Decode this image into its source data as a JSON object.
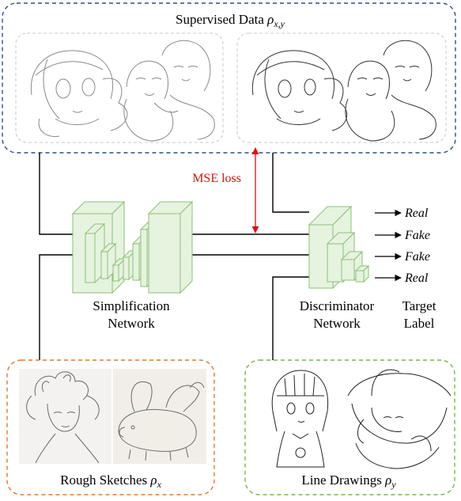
{
  "supervised": {
    "label": "Supervised Data ",
    "symbol": "ρ",
    "subscript": "x,y",
    "color": "#2a4f8f"
  },
  "mse": {
    "label": "MSE loss",
    "color": "#e01010"
  },
  "simplification": {
    "line1": "Simplification",
    "line2": "Network"
  },
  "discriminator": {
    "line1": "Discriminator",
    "line2": "Network"
  },
  "target": {
    "line1": "Target",
    "line2": "Label"
  },
  "outputs": [
    "Real",
    "Fake",
    "Fake",
    "Real"
  ],
  "rough": {
    "label": "Rough Sketches ",
    "symbol": "ρ",
    "subscript": "x",
    "color": "#e0782e"
  },
  "line_drawings": {
    "label": "Line Drawings ",
    "symbol": "ρ",
    "subscript": "y",
    "color": "#7ab648"
  },
  "block_color": "#e6f3df",
  "block_stroke": "#8fbf7a"
}
